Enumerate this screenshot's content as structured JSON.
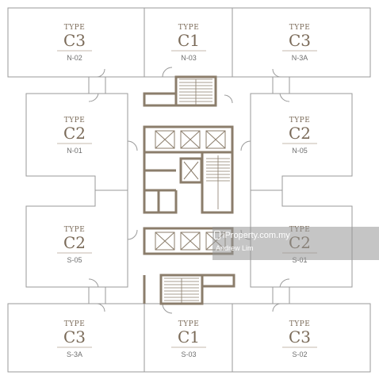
{
  "units": [
    {
      "id": "n02",
      "type": "TYPE",
      "code": "C3",
      "no": "N-02"
    },
    {
      "id": "n03",
      "type": "TYPE",
      "code": "C1",
      "no": "N-03"
    },
    {
      "id": "n3a",
      "type": "TYPE",
      "code": "C3",
      "no": "N-3A"
    },
    {
      "id": "n01",
      "type": "TYPE",
      "code": "C2",
      "no": "N-01"
    },
    {
      "id": "n05",
      "type": "TYPE",
      "code": "C2",
      "no": "N-05"
    },
    {
      "id": "s05",
      "type": "TYPE",
      "code": "C2",
      "no": "S-05"
    },
    {
      "id": "s01",
      "type": "TYPE",
      "code": "C2",
      "no": "S-01"
    },
    {
      "id": "s3a",
      "type": "TYPE",
      "code": "C3",
      "no": "S-3A"
    },
    {
      "id": "s03",
      "type": "TYPE",
      "code": "C1",
      "no": "S-03"
    },
    {
      "id": "s02",
      "type": "TYPE",
      "code": "C3",
      "no": "S-02"
    }
  ],
  "watermark": {
    "site": "iProperty.com.my",
    "name": "Andrew Lim"
  },
  "colors": {
    "wall": "#8b7d6b",
    "outline": "#9a9a9a",
    "text": "#7a6a58"
  }
}
